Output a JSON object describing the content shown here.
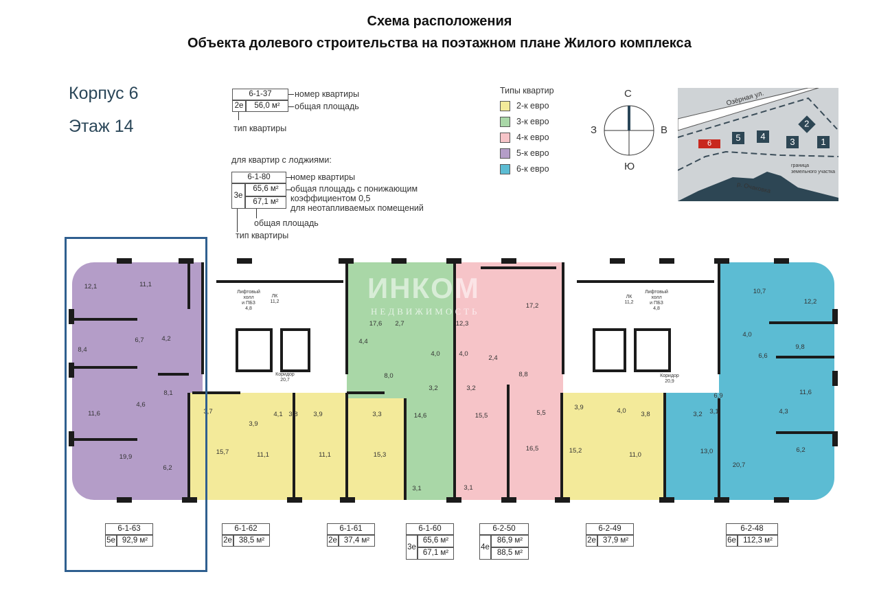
{
  "title": {
    "line1": "Схема расположения",
    "line2": "Объекта долевого строительства на поэтажном плане Жилого комплекса"
  },
  "building": {
    "label": "Корпус 6",
    "floor": "Этаж 14"
  },
  "key": {
    "simple": {
      "number": "6-1-37",
      "type": "2е",
      "area": "56,0 м²",
      "number_desc": "номер квартиры",
      "area_desc": "общая площадь",
      "type_desc": "тип квартиры"
    },
    "loggia_heading": "для квартир с лоджиями:",
    "loggia": {
      "number": "6-1-80",
      "type": "3е",
      "area_reduced": "65,6 м²",
      "area_total": "67,1 м²",
      "number_desc": "номер квартиры",
      "reduced_desc_1": "общая площадь с понижающим",
      "reduced_desc_2": "коэффициентом 0,5",
      "reduced_desc_3": "для неотапливаемых помещений",
      "total_desc": "общая площадь",
      "type_desc": "тип квартиры"
    }
  },
  "legend": {
    "title": "Типы квартир",
    "items": [
      {
        "label": "2-к евро",
        "color": "#f3ea9a"
      },
      {
        "label": "3-к евро",
        "color": "#a9d7a7"
      },
      {
        "label": "4-к евро",
        "color": "#f6c4c8"
      },
      {
        "label": "5-к евро",
        "color": "#b49dc8"
      },
      {
        "label": "6-к евро",
        "color": "#5cbcd3"
      }
    ]
  },
  "compass": {
    "n": "С",
    "s": "Ю",
    "w": "З",
    "e": "В"
  },
  "site_map": {
    "street": "Озёрная ул.",
    "buildings": [
      "6",
      "5",
      "4",
      "3",
      "2",
      "1"
    ],
    "boundary_1": "граница",
    "boundary_2": "земельного участка",
    "river": "р. Очаковка",
    "highlight_color": "#c8281e"
  },
  "watermark": {
    "brand": "ИНКОМ",
    "sub": "НЕДВИЖИМОСТЬ"
  },
  "rooms": {
    "p": [
      "12,1",
      "11,1",
      "6,7",
      "4,2",
      "8,4",
      "8,1",
      "4,6",
      "11,6",
      "19,9",
      "6,2"
    ],
    "coreL": {
      "hall_1": "Лифтовый",
      "hall_2": "холл",
      "hall_3": "и ПБЗ",
      "hall_area": "4,8",
      "lk": "ЛК",
      "lk_area": "11,2",
      "corr": "Коридор",
      "corr_area": "20,7"
    },
    "y62": [
      "3,7",
      "3,9",
      "4,1",
      "15,7",
      "11,1"
    ],
    "y61": [
      "3,8",
      "3,9",
      "3,3",
      "11,1",
      "15,3"
    ],
    "g": [
      "17,6",
      "2,7",
      "4,4",
      "4,0",
      "8,0",
      "3,2",
      "14,6",
      "3,1"
    ],
    "k": [
      "12,3",
      "17,2",
      "4,0",
      "2,4",
      "8,8",
      "3,2",
      "15,5",
      "5,5",
      "16,5",
      "3,1"
    ],
    "coreR": {
      "hall_1": "Лифтовый",
      "hall_2": "холл",
      "hall_3": "и ПБЗ",
      "hall_area": "4,8",
      "lk": "ЛК",
      "lk_area": "11,2",
      "corr": "Коридор",
      "corr_area": "20,9"
    },
    "y49": [
      "3,9",
      "4,0",
      "3,8",
      "15,2",
      "11,0"
    ],
    "b": [
      "10,7",
      "12,2",
      "4,0",
      "9,8",
      "6,6",
      "6,9",
      "3,2",
      "3,1",
      "4,3",
      "11,6",
      "13,0",
      "6,2",
      "20,7"
    ]
  },
  "apartments": [
    {
      "number": "6-1-63",
      "type": "5е",
      "area": "92,9 м²"
    },
    {
      "number": "6-1-62",
      "type": "2е",
      "area": "38,5 м²"
    },
    {
      "number": "6-1-61",
      "type": "2е",
      "area": "37,4 м²"
    },
    {
      "number": "6-1-60",
      "type": "3е",
      "area": "65,6 м²",
      "area_total": "67,1 м²"
    },
    {
      "number": "6-2-50",
      "type": "4е",
      "area": "86,9 м²",
      "area_total": "88,5 м²"
    },
    {
      "number": "6-2-49",
      "type": "2е",
      "area": "37,9 м²"
    },
    {
      "number": "6-2-48",
      "type": "6е",
      "area": "112,3 м²"
    }
  ],
  "selection": {
    "apartment": "6-1-63",
    "frame_color": "#2f5f8f"
  }
}
